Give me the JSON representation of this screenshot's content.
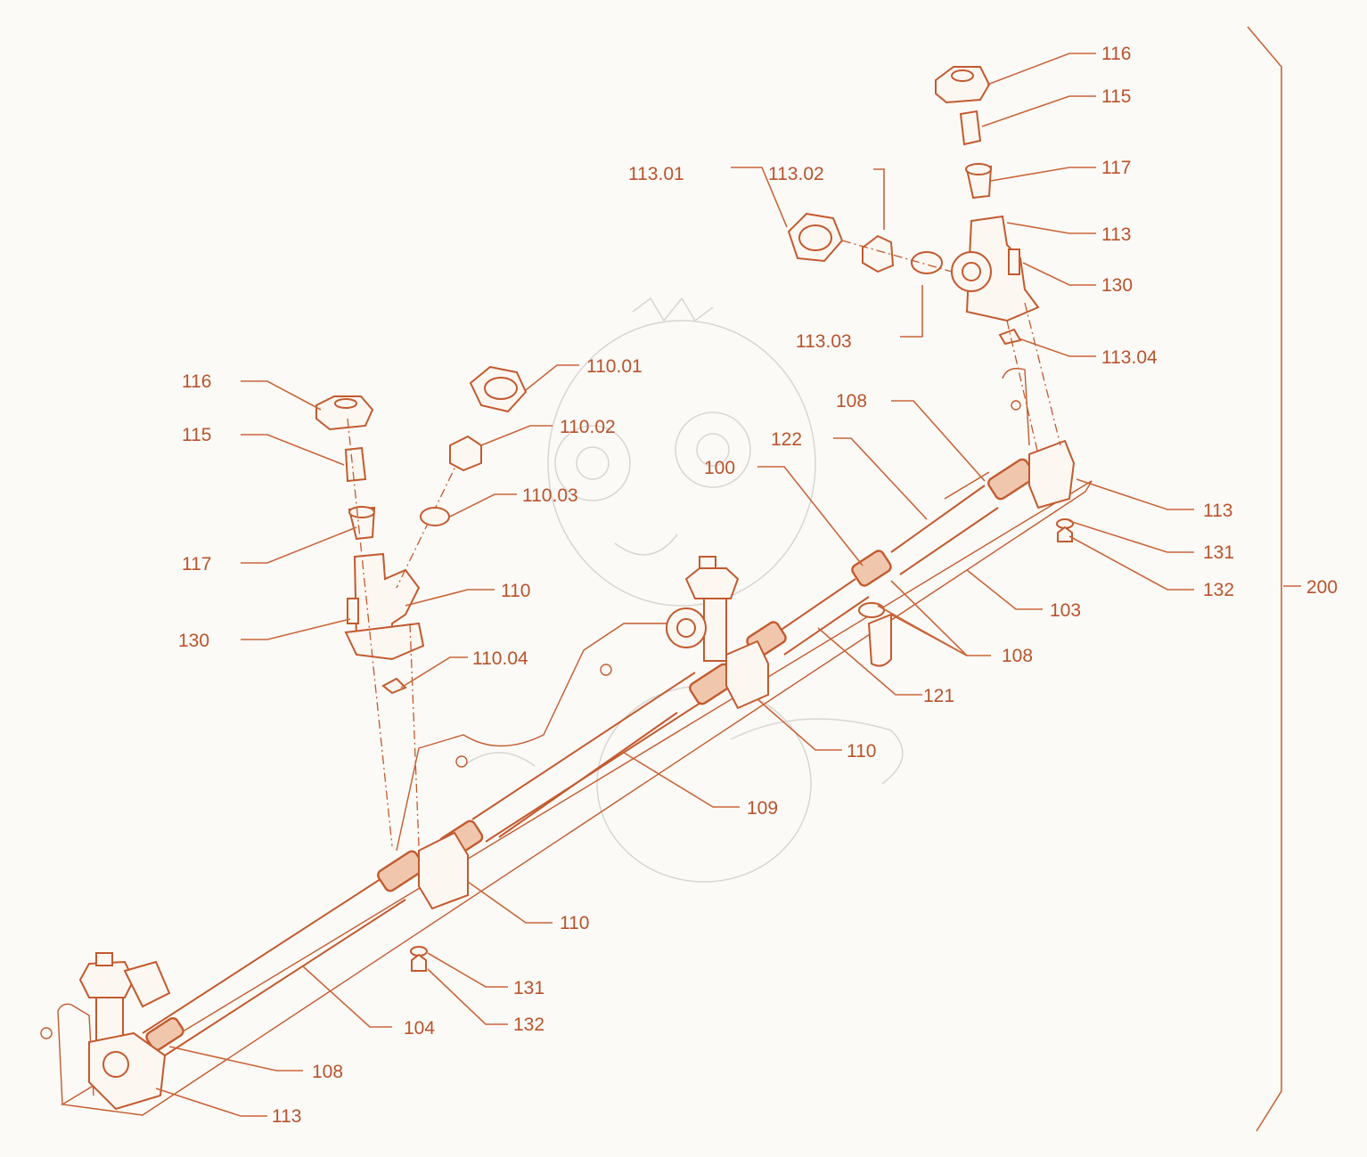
{
  "colors": {
    "line": "#c25a2f",
    "label": "#b8532c",
    "background": "#fbfaf6",
    "watermark": "#d9d6d2"
  },
  "labels": {
    "l116a": "116",
    "l115a": "115",
    "l11301": "113.01",
    "l11302": "113.02",
    "l117a": "117",
    "l113a": "113",
    "l130a": "130",
    "l11303": "113.03",
    "l11304": "113.04",
    "l116b": "116",
    "l11001": "110.01",
    "l115b": "115",
    "l11002": "110.02",
    "l11003": "110.03",
    "l108a": "108",
    "l122": "122",
    "l100": "100",
    "l113b": "113",
    "l131a": "131",
    "l117b": "117",
    "l132a": "132",
    "l110a": "110",
    "l200": "200",
    "l103": "103",
    "l130b": "130",
    "l108b": "108",
    "l11004": "110.04",
    "l121": "121",
    "l110b": "110",
    "l109": "109",
    "l110c": "110",
    "l131b": "131",
    "l104": "104",
    "l132b": "132",
    "l108c": "108",
    "l113c": "113"
  }
}
